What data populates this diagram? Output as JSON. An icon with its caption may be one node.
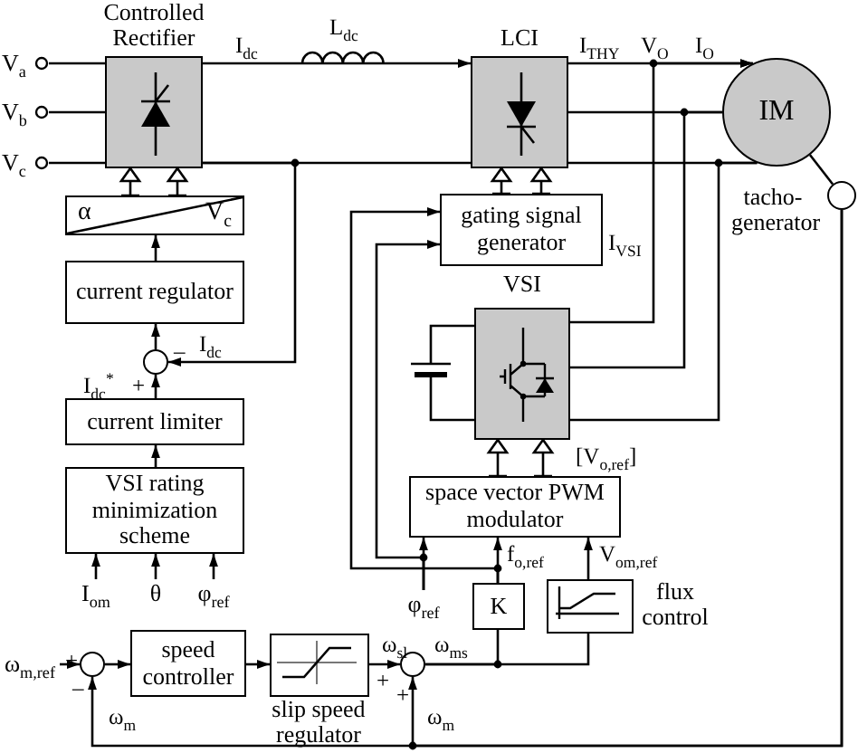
{
  "diagram": {
    "nodes": [
      {
        "text": [
          "Controlled Rectifier"
        ]
      },
      {
        "text": [
          "LCI"
        ]
      },
      {
        "text": [
          "IM"
        ]
      },
      {
        "text": [
          "V$_{a}$"
        ]
      },
      {
        "text": [
          "V$_{b}$"
        ]
      },
      {
        "text": [],
        "shape": "circle",
        "beside": [
          "tacho-generator"
        ]
      },
      {
        "text": [
          "V$_{c}$"
        ]
      },
      {
        "text": [
          "α",
          "V$_{c}$"
        ]
      },
      {
        "text": [
          "gating signal generator"
        ]
      },
      {
        "text": [
          "current regulator"
        ]
      },
      {
        "text": [
          "VSI"
        ]
      },
      {
        "text": [],
        "shape": "circle"
      },
      {
        "text": [
          "current limiter"
        ]
      },
      {
        "text": [
          "VSI rating minimization scheme"
        ]
      },
      {
        "text": [
          "space vector PWM modulator"
        ]
      },
      {
        "text": [
          "I$_{om}$"
        ]
      },
      {
        "text": [
          "θ"
        ]
      },
      {
        "text": [
          "φ$_{ref}$"
        ]
      },
      {
        "text": [
          "φ$_{ref}$"
        ]
      },
      {
        "text": [
          "K"
        ]
      },
      {
        "text": [
          "flux control"
        ]
      },
      {
        "text": [
          "ω$_{m,ref}$"
        ]
      },
      {
        "text": [],
        "shape": "circle"
      },
      {
        "text": [
          "speed controller"
        ]
      },
      {
        "text": [
          "slip speed regulator"
        ]
      },
      {
        "text": [],
        "shape": "circle"
      }
    ],
    "edges": [
      {
        "from": 3,
        "to": 0,
        "arrow": "none"
      },
      {
        "from": 4,
        "to": 0,
        "arrow": "none"
      },
      {
        "from": 6,
        "to": 0,
        "arrow": "none"
      },
      {
        "from": 0,
        "to": 1,
        "arrow": "to",
        "label": "I$_{dc}$"
      },
      {
        "from": 0,
        "to": 1,
        "arrow": "none"
      },
      {
        "from": 1,
        "to": 2,
        "arrow": "to",
        "label": "I$_{THY}$"
      },
      {
        "from": 1,
        "to": 2,
        "arrow": "none"
      },
      {
        "from": 1,
        "to": 2,
        "arrow": "none"
      },
      {
        "from": 10,
        "to": 2,
        "arrow": "to",
        "label": "I$_{VSI}$"
      },
      {
        "from": 10,
        "to": 2,
        "arrow": "none"
      },
      {
        "from": 10,
        "to": 2,
        "arrow": "none"
      },
      {
        "from": 2,
        "to": 5,
        "arrow": "none"
      },
      {
        "from": 5,
        "to": 22,
        "arrow": "to",
        "label": "ω$_{m}$"
      },
      {
        "from": 5,
        "to": 25,
        "arrow": "to",
        "label": "ω$_{m}$"
      },
      {
        "from": 0,
        "to": 11,
        "arrow": "to",
        "label": "I$_{dc}$"
      },
      {
        "from": 7,
        "to": 0,
        "arrow": "to"
      },
      {
        "from": 9,
        "to": 7,
        "arrow": "to"
      },
      {
        "from": 11,
        "to": 9,
        "arrow": "to"
      },
      {
        "from": 12,
        "to": 11,
        "arrow": "to",
        "label": "I$_{dc}$$^{*}$"
      },
      {
        "from": 13,
        "to": 12,
        "arrow": "to"
      },
      {
        "from": 15,
        "to": 13,
        "arrow": "to"
      },
      {
        "from": 16,
        "to": 13,
        "arrow": "to"
      },
      {
        "from": 17,
        "to": 13,
        "arrow": "to"
      },
      {
        "from": 8,
        "to": 1,
        "arrow": "to"
      },
      {
        "from": 18,
        "to": 14,
        "arrow": "to"
      },
      {
        "from": 18,
        "to": 8,
        "arrow": "to"
      },
      {
        "from": 19,
        "to": 14,
        "arrow": "to",
        "label": "f$_{o,ref}$"
      },
      {
        "from": 19,
        "to": 8,
        "arrow": "to"
      },
      {
        "from": 20,
        "to": 14,
        "arrow": "to",
        "label": "V$_{om,ref}$"
      },
      {
        "from": 14,
        "to": 10,
        "arrow": "to",
        "label": "[V$_{o,ref}$]"
      },
      {
        "from": 25,
        "to": 19,
        "arrow": "none",
        "label": "ω$_{ms}$"
      },
      {
        "from": 25,
        "to": 20,
        "arrow": "none"
      },
      {
        "from": 21,
        "to": 22,
        "arrow": "to"
      },
      {
        "from": 22,
        "to": 23,
        "arrow": "to"
      },
      {
        "from": 23,
        "to": 24,
        "arrow": "to"
      },
      {
        "from": 24,
        "to": 25,
        "arrow": "to",
        "label": "ω$_{sl}$"
      }
    ],
    "labels": [
      "L$_{dc}$",
      "V$_{O}$",
      "I$_{O}$",
      "–",
      "+",
      "+",
      "–",
      "+",
      "+"
    ]
  }
}
